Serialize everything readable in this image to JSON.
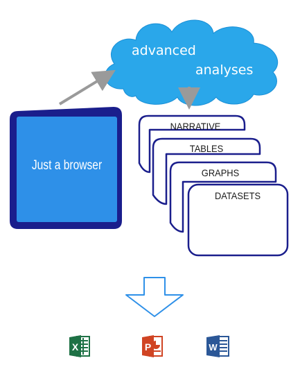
{
  "cloud": {
    "line1": "advanced",
    "line2": "analyses",
    "fill_color": "#2aa7ea"
  },
  "browser": {
    "label": "Just a browser",
    "fill_color": "#2e90e8",
    "frame_color": "#1a1e8c"
  },
  "documents": [
    {
      "label": "NARRATIVE"
    },
    {
      "label": "TABLES"
    },
    {
      "label": "GRAPHS"
    },
    {
      "label": "DATASETS"
    }
  ],
  "icons": [
    {
      "name": "excel-icon",
      "letter": "X",
      "color": "#1e7145"
    },
    {
      "name": "powerpoint-icon",
      "letter": "P",
      "color": "#d04423"
    },
    {
      "name": "word-icon",
      "letter": "W",
      "color": "#2b5797"
    }
  ],
  "colors": {
    "arrow": "#9a9a9a",
    "outline_arrow": "#2e90e8",
    "doc_border": "#1a1e8c"
  }
}
